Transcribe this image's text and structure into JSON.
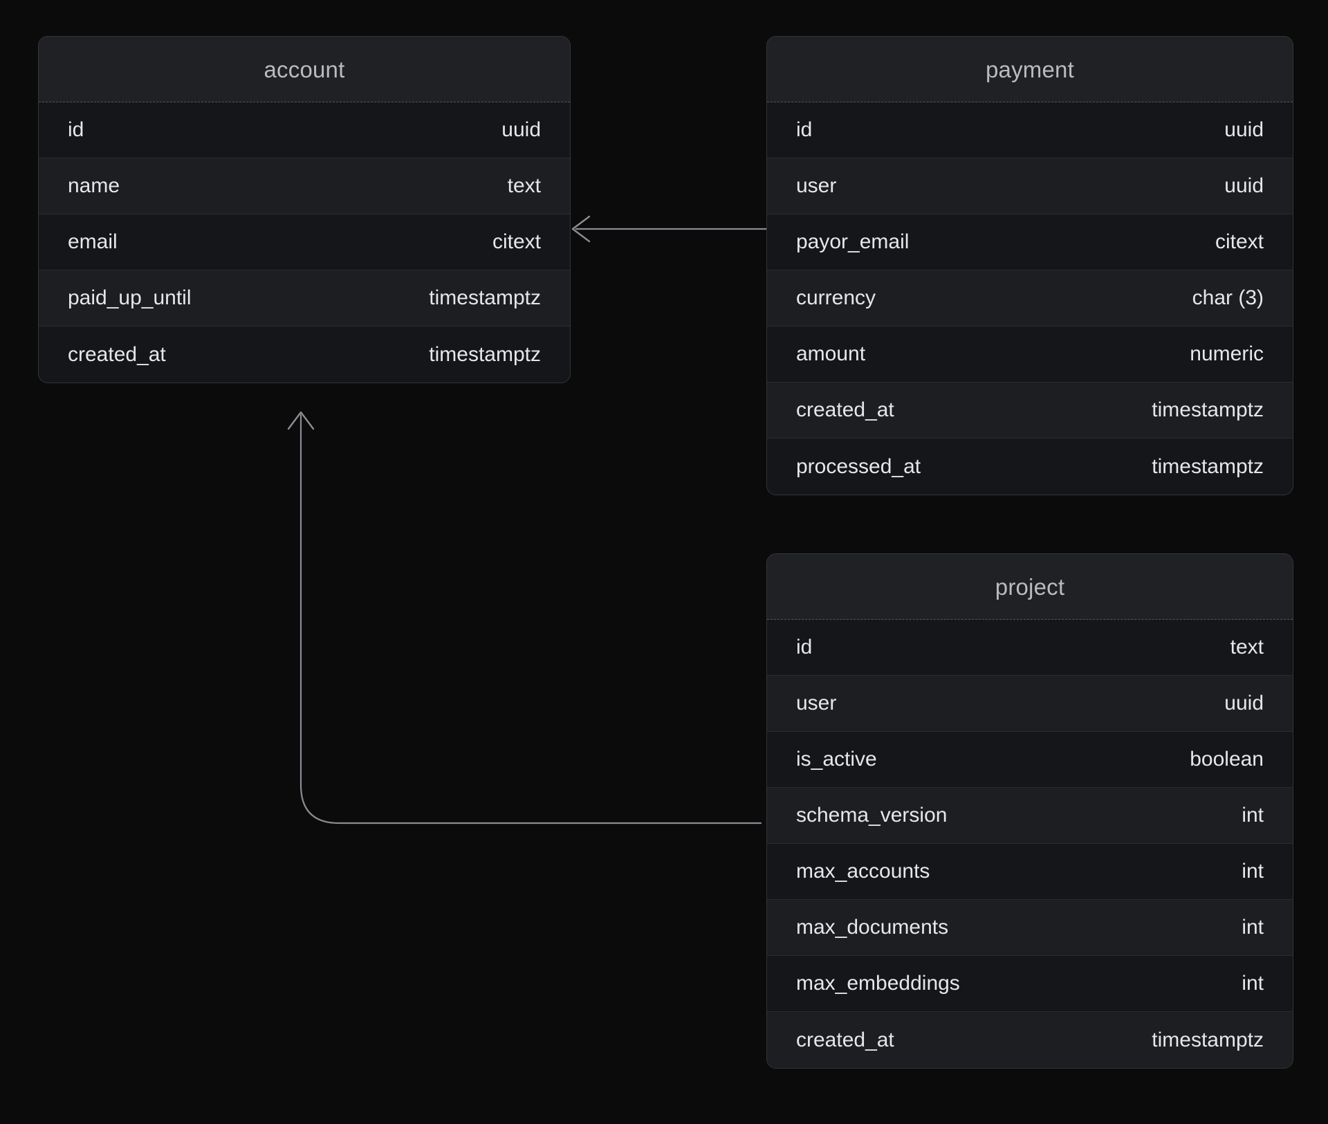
{
  "diagram": {
    "type": "entity-relationship-diagram",
    "background_color": "#0b0b0c",
    "entity_fill": "#202124",
    "entity_border": "#34353a",
    "row_fill": "#151619",
    "row_fill_alt": "#1d1e21",
    "text_color": "#e6e7e8",
    "title_color": "#b9bbbe",
    "connector_color": "#8a8d93"
  },
  "entities": [
    {
      "name": "account",
      "columns": [
        {
          "name": "id",
          "type": "uuid"
        },
        {
          "name": "name",
          "type": "text"
        },
        {
          "name": "email",
          "type": "citext"
        },
        {
          "name": "paid_up_until",
          "type": "timestamptz"
        },
        {
          "name": "created_at",
          "type": "timestamptz"
        }
      ]
    },
    {
      "name": "payment",
      "columns": [
        {
          "name": "id",
          "type": "uuid"
        },
        {
          "name": "user",
          "type": "uuid"
        },
        {
          "name": "payor_email",
          "type": "citext"
        },
        {
          "name": "currency",
          "type": "char (3)"
        },
        {
          "name": "amount",
          "type": "numeric"
        },
        {
          "name": "created_at",
          "type": "timestamptz"
        },
        {
          "name": "processed_at",
          "type": "timestamptz"
        }
      ]
    },
    {
      "name": "project",
      "columns": [
        {
          "name": "id",
          "type": "text"
        },
        {
          "name": "user",
          "type": "uuid"
        },
        {
          "name": "is_active",
          "type": "boolean"
        },
        {
          "name": "schema_version",
          "type": "int"
        },
        {
          "name": "max_accounts",
          "type": "int"
        },
        {
          "name": "max_documents",
          "type": "int"
        },
        {
          "name": "max_embeddings",
          "type": "int"
        },
        {
          "name": "created_at",
          "type": "timestamptz"
        }
      ]
    }
  ],
  "relationships": [
    {
      "from": "payment",
      "to": "account",
      "style": "straight-arrow"
    },
    {
      "from": "project",
      "to": "account",
      "style": "elbow-arrow"
    }
  ]
}
